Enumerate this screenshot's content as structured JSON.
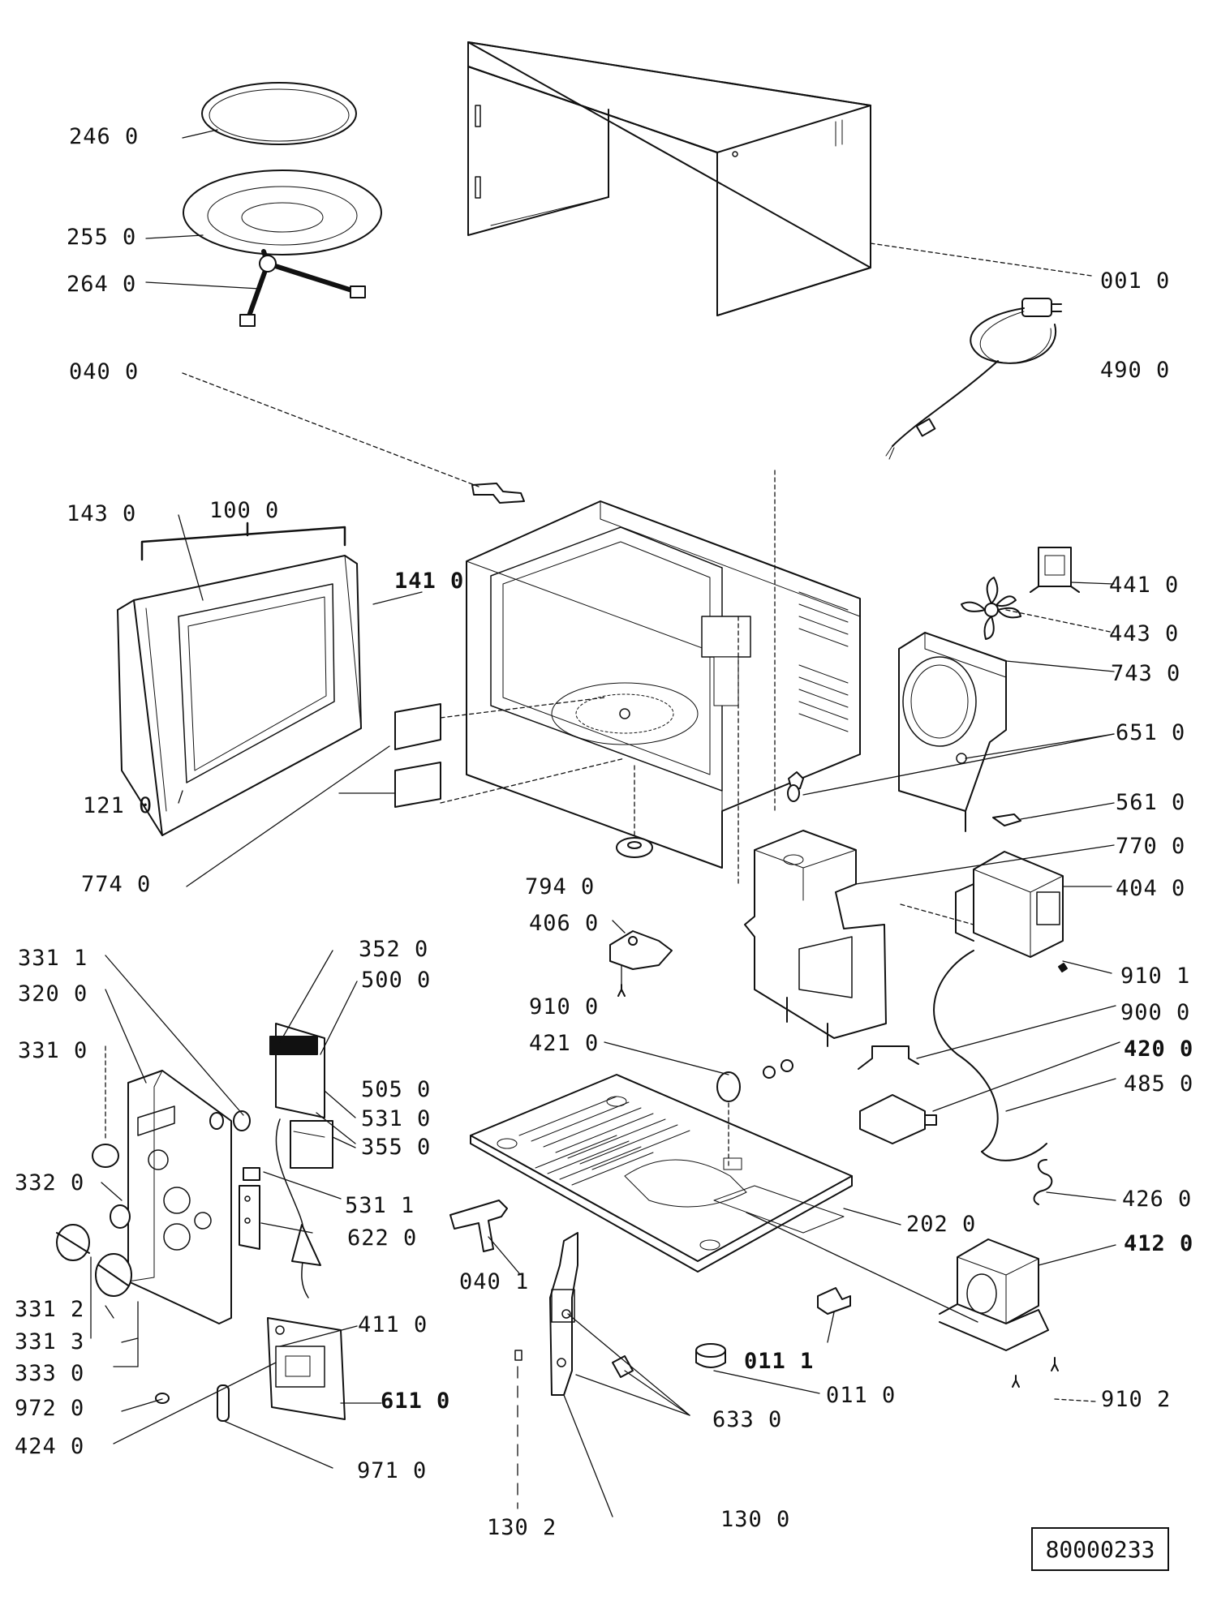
{
  "labels": {
    "l246_0": "246 0",
    "l255_0": "255 0",
    "l264_0": "264 0",
    "l040_0": "040 0",
    "l001_0": "001 0",
    "l490_0": "490 0",
    "l143_0": "143 0",
    "l100_0": "100 0",
    "l141_0": "141 0",
    "l441_0": "441 0",
    "l443_0": "443 0",
    "l743_0": "743 0",
    "l651_0": "651 0",
    "l561_0": "561 0",
    "l770_0": "770 0",
    "l404_0": "404 0",
    "l121_0": "121 0",
    "l774_0": "774 0",
    "l794_0": "794 0",
    "l406_0": "406 0",
    "l910_1": "910 1",
    "l900_0": "900 0",
    "l420_0": "420 0",
    "l485_0": "485 0",
    "l910_0": "910 0",
    "l421_0": "421 0",
    "l331_1": "331 1",
    "l320_0": "320 0",
    "l352_0": "352 0",
    "l500_0": "500 0",
    "l331_0": "331 0",
    "l505_0": "505 0",
    "l531_0": "531 0",
    "l355_0": "355 0",
    "l332_0": "332 0",
    "l531_1": "531 1",
    "l622_0": "622 0",
    "l426_0": "426 0",
    "l202_0": "202 0",
    "l412_0": "412 0",
    "l040_1": "040 1",
    "l331_2": "331 2",
    "l331_3": "331 3",
    "l333_0": "333 0",
    "l411_0": "411 0",
    "l972_0": "972 0",
    "l611_0": "611 0",
    "l011_1": "011 1",
    "l011_0": "011 0",
    "l910_2": "910 2",
    "l424_0": "424 0",
    "l633_0": "633 0",
    "l971_0": "971 0",
    "l130_2": "130 2",
    "l130_0": "130 0"
  },
  "document_number": "80000233"
}
